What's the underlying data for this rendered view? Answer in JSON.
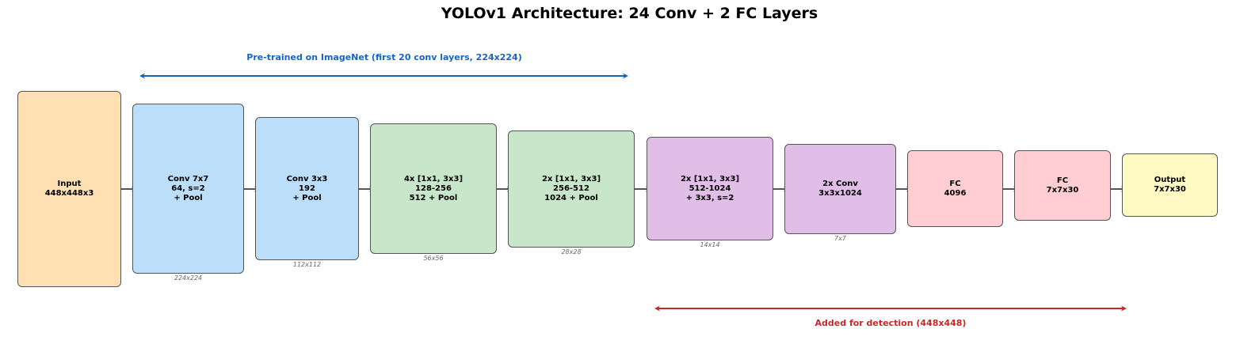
{
  "title": "YOLOv1 Architecture: 24 Conv + 2 FC Layers",
  "colors": {
    "input": "#ffe0b3",
    "conv_blue": "#bbdefb",
    "conv_green": "#c8e6c9",
    "conv_purple": "#e1bee7",
    "fc_pink": "#ffcdd2",
    "output_yellow": "#fff9c4",
    "border": "#555555",
    "flow_arrow": "#555555",
    "pretrain": "#1565c0",
    "detection": "#c62828"
  },
  "layers": [
    {
      "id": "input",
      "label": "Input\n448x448x3",
      "dim": "",
      "color": "input"
    },
    {
      "id": "conv7x7",
      "label": "Conv 7x7\n64, s=2\n+ Pool",
      "dim": "224x224",
      "color": "conv_blue"
    },
    {
      "id": "conv3x3",
      "label": "Conv 3x3\n192\n+ Pool",
      "dim": "112x112",
      "color": "conv_blue"
    },
    {
      "id": "block4x",
      "label": "4x [1x1, 3x3]\n128-256\n512 + Pool",
      "dim": "56x56",
      "color": "conv_green"
    },
    {
      "id": "block2x-a",
      "label": "2x [1x1, 3x3]\n256-512\n1024 + Pool",
      "dim": "28x28",
      "color": "conv_green"
    },
    {
      "id": "block2x-b",
      "label": "2x [1x1, 3x3]\n512-1024\n+ 3x3, s=2",
      "dim": "14x14",
      "color": "conv_purple"
    },
    {
      "id": "conv2x",
      "label": "2x Conv\n3x3x1024",
      "dim": "7x7",
      "color": "conv_purple"
    },
    {
      "id": "fc1",
      "label": "FC\n4096",
      "dim": "",
      "color": "fc_pink"
    },
    {
      "id": "fc2",
      "label": "FC\n7x7x30",
      "dim": "",
      "color": "fc_pink"
    },
    {
      "id": "output",
      "label": "Output\n7x7x30",
      "dim": "",
      "color": "output_yellow"
    }
  ],
  "annotations": {
    "pretrain_label": "Pre-trained on ImageNet (first 20 conv layers, 224x224)",
    "detection_label": "Added for detection (448x448)"
  }
}
